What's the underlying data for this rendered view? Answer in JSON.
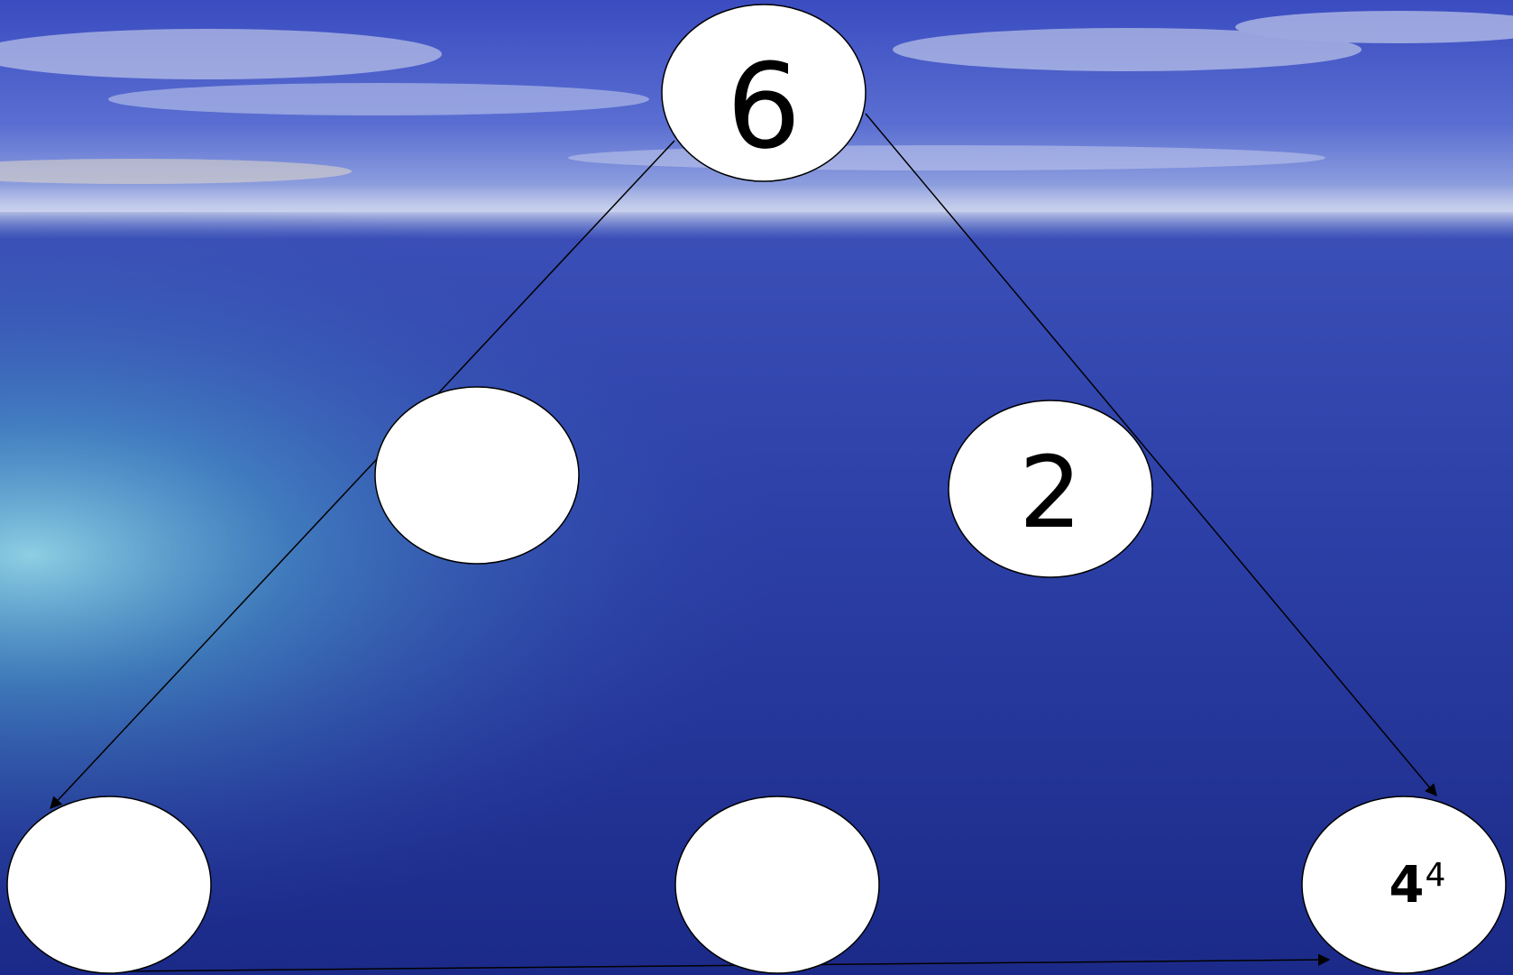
{
  "colors": {
    "sky_top": "#3d4fc4",
    "sky_mid": "#5b6fd0",
    "horizon": "#b9c6e6",
    "sea_top": "#3347b0",
    "sea_bottom": "#1c2a86",
    "glow": "#7fd6e6",
    "node_fill": "#ffffff",
    "stroke": "#000000"
  },
  "nodes": {
    "top": {
      "label": "6"
    },
    "middle_left": {
      "label": ""
    },
    "middle_right": {
      "label": "2"
    },
    "bottom_left": {
      "label": ""
    },
    "bottom_center": {
      "label": ""
    },
    "bottom_right": {
      "base": "4",
      "exponent": "4"
    }
  }
}
